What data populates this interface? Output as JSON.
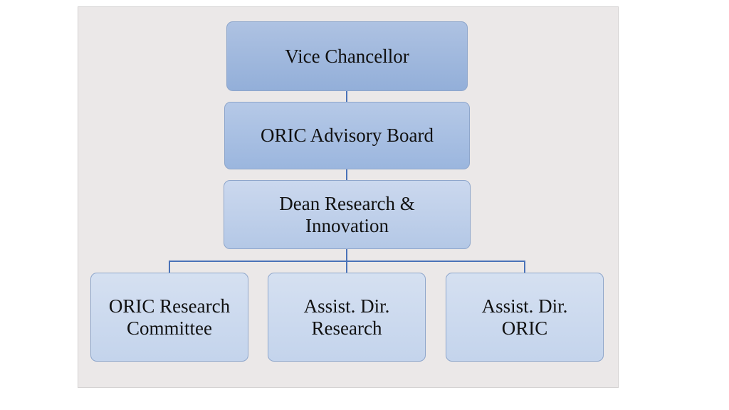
{
  "diagram": {
    "type": "org-chart",
    "nodes": {
      "vice_chancellor": "Vice Chancellor",
      "advisory_board": "ORIC Advisory Board",
      "dean": "Dean Research &\nInnovation",
      "research_committee": "ORIC Research\nCommittee",
      "assist_dir_research": "Assist. Dir.\nResearch",
      "assist_dir_oric": "Assist. Dir.\nORIC"
    },
    "edges": [
      [
        "vice_chancellor",
        "advisory_board"
      ],
      [
        "advisory_board",
        "dean"
      ],
      [
        "dean",
        "research_committee"
      ],
      [
        "dean",
        "assist_dir_research"
      ],
      [
        "dean",
        "assist_dir_oric"
      ]
    ]
  }
}
